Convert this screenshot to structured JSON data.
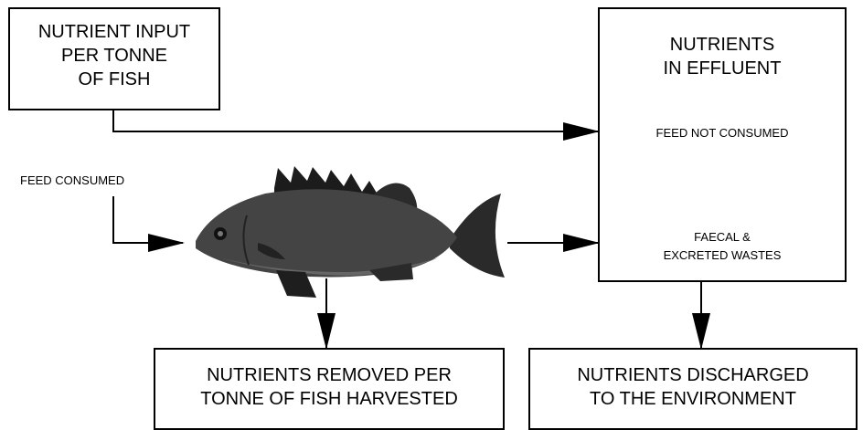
{
  "boxes": {
    "input": {
      "line1": "NUTRIENT INPUT",
      "line2": "PER TONNE",
      "line3": "OF FISH"
    },
    "effluent": {
      "line1": "NUTRIENTS",
      "line2": "IN EFFLUENT",
      "feed_not_consumed": "FEED NOT CONSUMED",
      "wastes_line1": "FAECAL &",
      "wastes_line2": "EXCRETED WASTES"
    },
    "removed": {
      "line1": "NUTRIENTS REMOVED PER",
      "line2": "TONNE OF FISH HARVESTED"
    },
    "discharged": {
      "line1": "NUTRIENTS DISCHARGED",
      "line2": "TO THE ENVIRONMENT"
    }
  },
  "labels": {
    "feed_consumed": "FEED CONSUMED"
  },
  "image": {
    "icon": "fish-photo-icon"
  }
}
